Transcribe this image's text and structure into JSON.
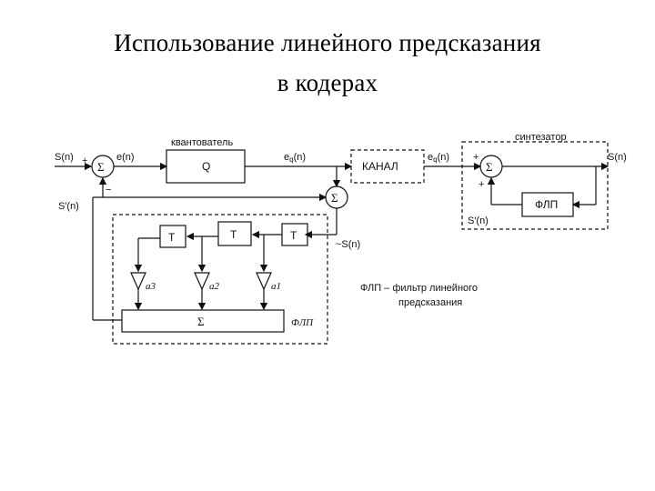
{
  "title": {
    "line1": "Использование линейного предсказания",
    "line2": "в кодерах"
  },
  "diagram": {
    "labels": {
      "input": "S(n)",
      "error": "e(n)",
      "quantizer_caption": "квантователь",
      "quantizer": "Q",
      "eq_out": "e",
      "eq_sub": "q",
      "eq_paren": "(n)",
      "channel": "КАНАЛ",
      "eq_in": "e",
      "eq_in_sub": "q",
      "eq_in_paren": "(n)",
      "synth_caption": "синтезатор",
      "output": "S(n)",
      "pred_in": "S′(n)",
      "recon": "~S(n)",
      "delay1": "T",
      "delay2": "T",
      "delay3": "T",
      "coef3": "a3",
      "coef2": "a2",
      "coef1": "a1",
      "sum_big": "Σ",
      "flp_tag": "ФЛП",
      "flp_block": "ФЛП",
      "synth_pred": "S′(n)",
      "legend_line1": "ФЛП – фильтр линейного",
      "legend_line2": "предсказания",
      "sigma": "Σ",
      "plus": "+",
      "minus": "−"
    }
  }
}
